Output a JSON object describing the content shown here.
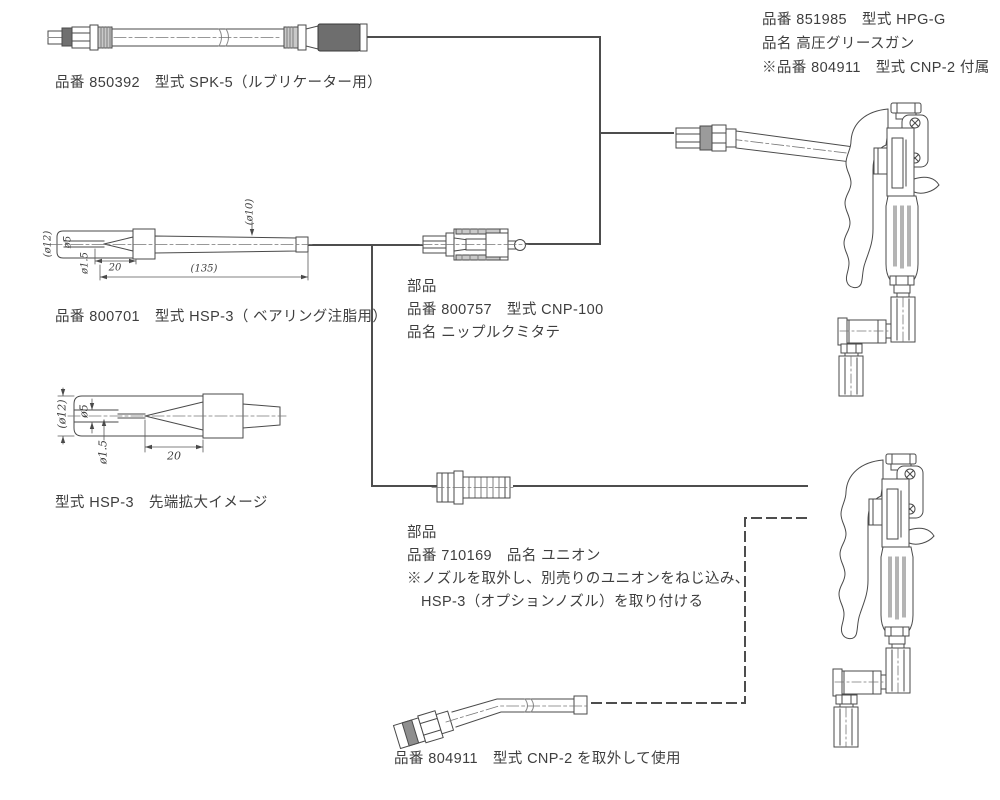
{
  "colors": {
    "connector_line": "#4d4d4d",
    "drawing_stroke": "#4a4a4a",
    "text": "#3e3e3e",
    "dark_fill": "#6e6e6e",
    "knurl_fill": "#c9c9c9"
  },
  "parts": {
    "spk5": {
      "label": "品番 850392　型式 SPK-5（ルブリケーター用）"
    },
    "hpg_gun": {
      "line1": "品番 851985　型式 HPG-G",
      "line2": "品名 高圧グリースガン",
      "line3": "※品番 804911　型式 CNP-2 付属"
    },
    "hsp3": {
      "label": "品番 800701　型式 HSP-3（ ベアリング注脂用）"
    },
    "cnp100": {
      "heading": "部品",
      "line1": "品番 800757　型式 CNP-100",
      "line2": "品名 ニップルクミタテ"
    },
    "hsp3_tip": {
      "label": "型式 HSP-3　先端拡大イメージ"
    },
    "union": {
      "heading": "部品",
      "line1": "品番 710169　品名 ユニオン",
      "note1": "※ノズルを取外し、別売りのユニオンをねじ込み、",
      "note2": "HSP-3（オプションノズル）を取り付ける"
    },
    "cnp2": {
      "label": "品番 804911　型式 CNP-2 を取外して使用"
    }
  },
  "dimensions": {
    "main": {
      "dia12": "(ø12)",
      "dia5": "ø5",
      "dia1_5": "ø1.5",
      "len20": "20",
      "len135": "(135)",
      "dia10": "(ø10)"
    },
    "tip": {
      "dia12": "(ø12)",
      "dia5": "ø5",
      "dia1_5": "ø1.5",
      "len20": "20"
    }
  }
}
